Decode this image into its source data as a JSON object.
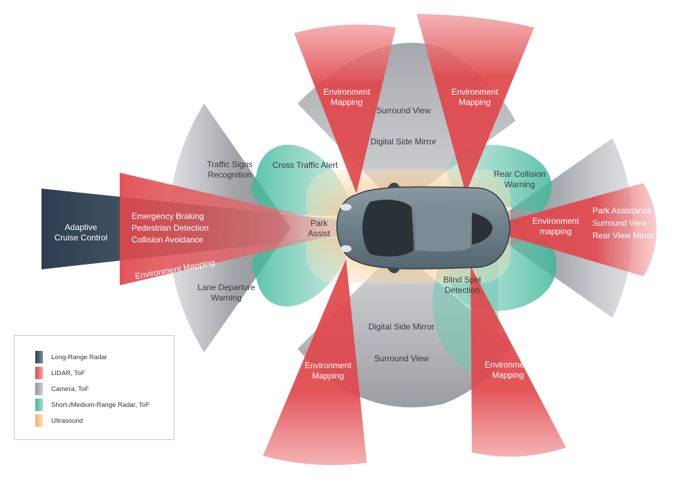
{
  "colors": {
    "long_range_radar": "#2c3e50",
    "lidar": "#e0474c",
    "camera": "#8e9196",
    "short_medium_radar": "#3db89a",
    "ultrasound": "#f3b15e",
    "car_body": "#6d7f88"
  },
  "legend": [
    {
      "label": "Long-Range Radar",
      "color": "#2c3e50"
    },
    {
      "label": "LIDAR, ToF",
      "color": "#e0474c"
    },
    {
      "label": "Camera, ToF",
      "color": "#8e9196"
    },
    {
      "label": "Short-/Medium-Range Radar, ToF",
      "color": "#3db89a"
    },
    {
      "label": "Ultrasound",
      "color": "#f3b15e"
    }
  ],
  "labels": {
    "adaptive_cruise": [
      "Adaptive",
      "Cruise Control"
    ],
    "front_lidar": [
      "Emergency Braking",
      "Pedestrian Detection",
      "Collision Avoidance"
    ],
    "front_env_mapping": "Environment Mapping",
    "traffic_signs": [
      "Traffic Signs",
      "Recognition"
    ],
    "lane_departure": [
      "Lane Departure",
      "Warning"
    ],
    "cross_traffic": "Cross Traffic Alert",
    "park_assist": [
      "Park",
      "Assist"
    ],
    "env_top_left": [
      "Environment",
      "Mapping"
    ],
    "env_top_right": [
      "Environment",
      "Mapping"
    ],
    "surround_top": "Surround View",
    "mirror_top": "Digital Side Mirror",
    "rear_collision": [
      "Rear Collision",
      "Warning"
    ],
    "rear_env_mapping": [
      "Environment",
      "mapping"
    ],
    "rear_camera": [
      "Park Assistance",
      "Surround View",
      "Rear View Mirror"
    ],
    "blind_spot": [
      "Blind Spot",
      "Detection"
    ],
    "mirror_bottom": "Digital Side Mirror",
    "surround_bottom": "Surround View",
    "env_bottom_left": [
      "Environment",
      "Mapping"
    ],
    "env_bottom_right": [
      "Environment",
      "Mapping"
    ]
  }
}
